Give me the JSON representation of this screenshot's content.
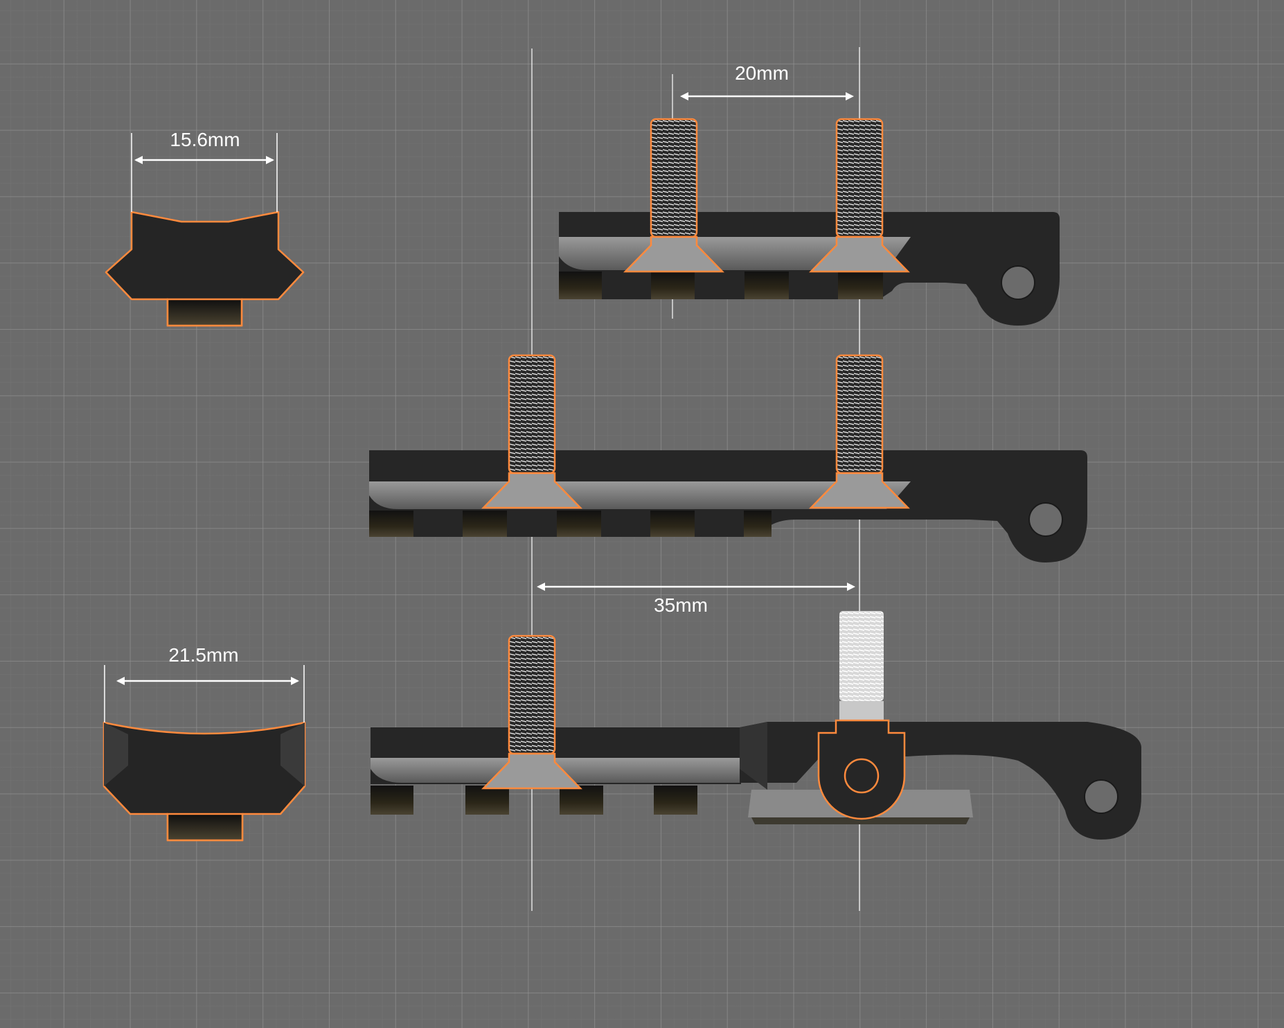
{
  "colors": {
    "background": "#6b6b6b",
    "part_body": "#262626",
    "part_highlight": "#8c8c8c",
    "outline_accent": "#ff8a3d",
    "dimension_line": "#ffffff"
  },
  "dimensions": {
    "profile_top_width": "15.6mm",
    "profile_bottom_width": "21.5mm",
    "screw_spacing_short": "20mm",
    "screw_spacing_long": "35mm"
  },
  "icons": {
    "screw": "countersunk-screw-icon",
    "rail": "picatinny-rail-icon",
    "mount_hole": "mount-hole-icon"
  }
}
